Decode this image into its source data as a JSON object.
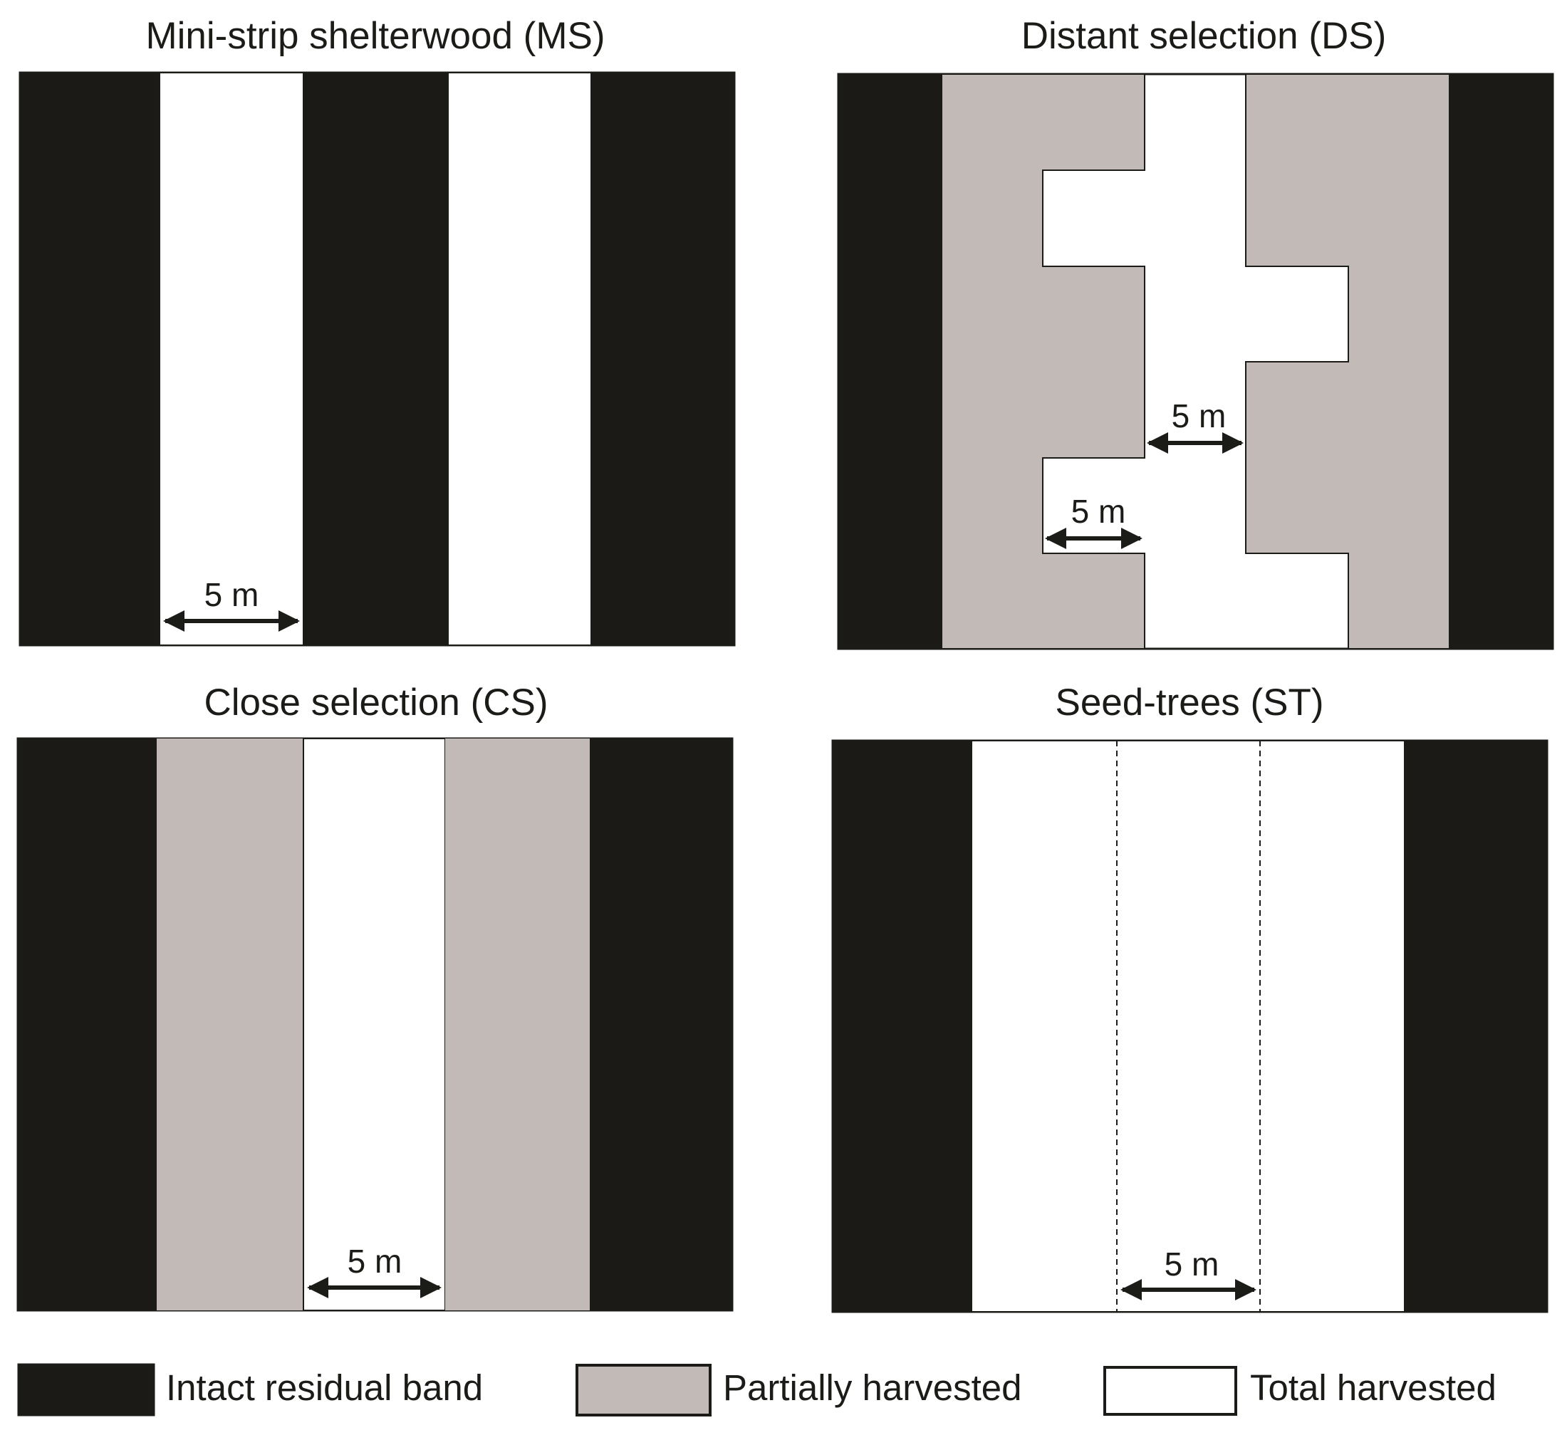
{
  "colors": {
    "intact": "#1b1a16",
    "partial": "#c2bab6",
    "total": "#ffffff",
    "outline": "#1b1b18"
  },
  "panels": {
    "ms": {
      "title": "Mini-strip  shelterwood (MS)",
      "dim_label": "5 m"
    },
    "ds": {
      "title": "Distant selection (DS)",
      "dim_label_upper": "5 m",
      "dim_label_lower": "5 m"
    },
    "cs": {
      "title": "Close  selection (CS)",
      "dim_label": "5 m"
    },
    "st": {
      "title": "Seed-trees (ST)",
      "dim_label": "5 m"
    }
  },
  "legend": {
    "intact": "Intact residual band",
    "partial": "Partially harvested",
    "total": "Total harvested"
  }
}
